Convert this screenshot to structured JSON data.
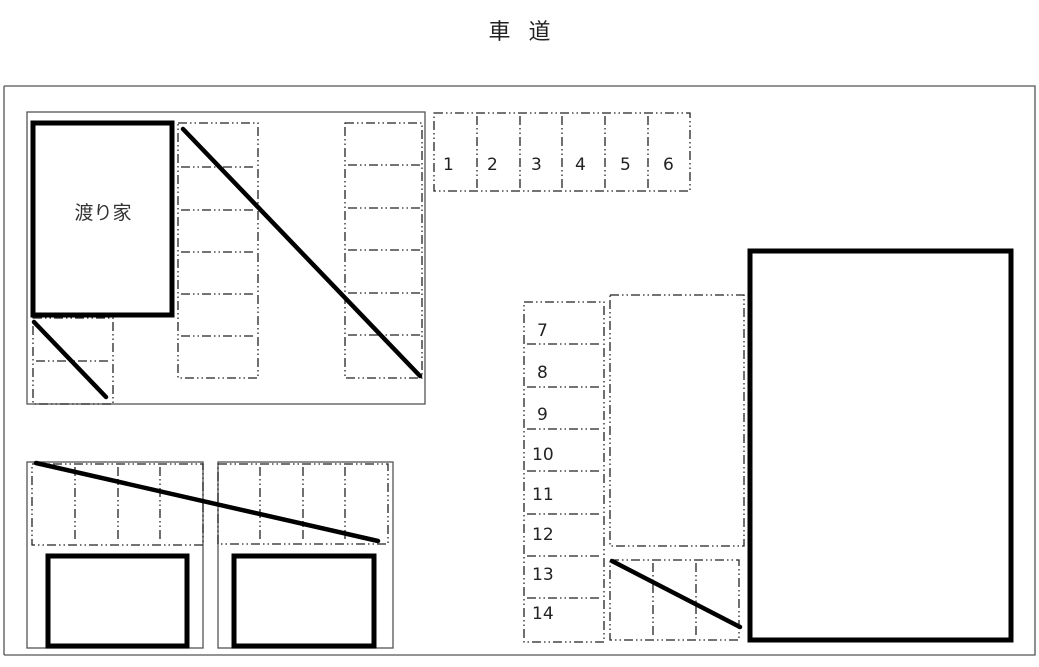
{
  "title": {
    "road_char1": "車",
    "road_char2": "道",
    "full": "車 道"
  },
  "buildings": {
    "watari_house": {
      "label": "渡り家"
    }
  },
  "parking_top_row": {
    "spaces": [
      "1",
      "2",
      "3",
      "4",
      "5",
      "6"
    ]
  },
  "parking_left_column": {
    "spaces": [
      "7",
      "8",
      "9",
      "10",
      "11",
      "12",
      "13",
      "14"
    ]
  },
  "colors": {
    "line": "#000000",
    "border": "#555555",
    "background": "#ffffff"
  }
}
